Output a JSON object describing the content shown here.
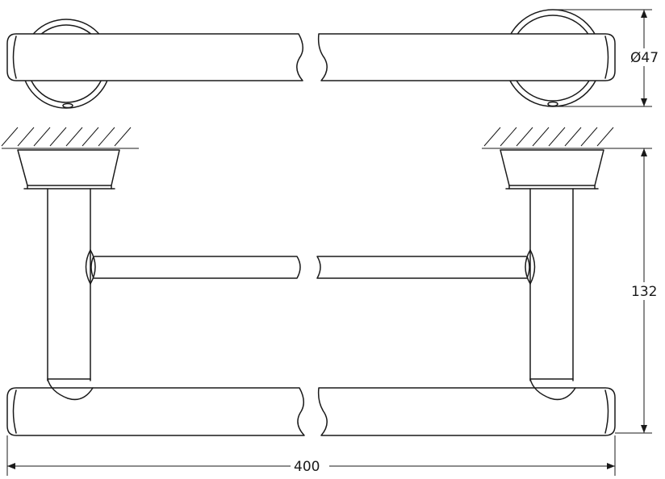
{
  "dimensions": {
    "diameter": "Ø47",
    "height": "132",
    "width": "400"
  }
}
